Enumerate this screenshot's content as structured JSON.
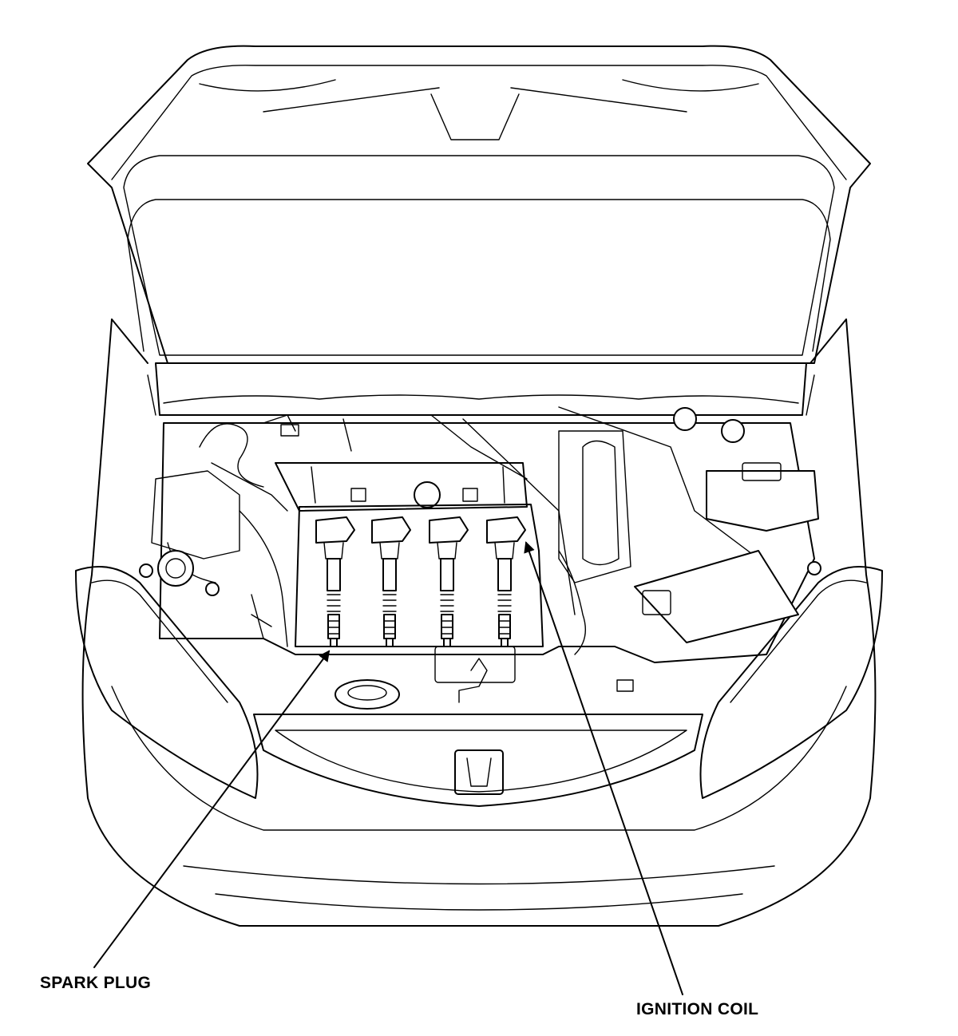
{
  "figure": {
    "callouts": [
      {
        "id": "spark-plug",
        "text": "SPARK PLUG"
      },
      {
        "id": "ignition-coil",
        "text": "IGNITION COIL"
      }
    ],
    "components": {
      "ignition_coils": 4,
      "spark_plugs": 4
    },
    "line_color": "#000000",
    "background": "#ffffff"
  }
}
